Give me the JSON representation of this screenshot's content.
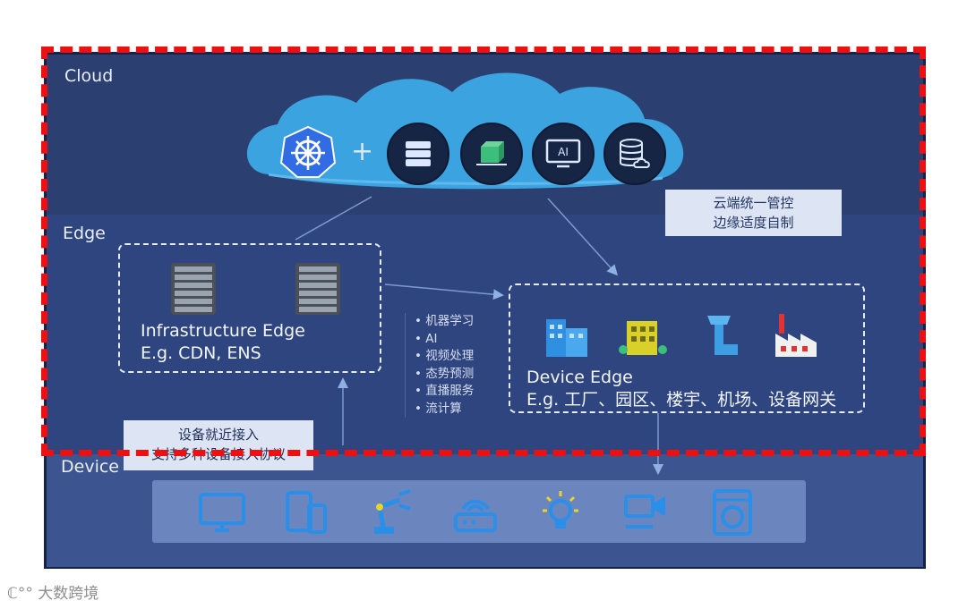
{
  "sections": {
    "cloud": "Cloud",
    "edge": "Edge",
    "device": "Device"
  },
  "cloud_icons": [
    "kubernetes-icon",
    "storage-server-icon",
    "container-icon",
    "ai-monitor-icon",
    "database-cloud-icon"
  ],
  "plus_sign": "+",
  "ai_label": "AI",
  "control_box": {
    "line1": "云端统一管控",
    "line2": "边缘适度自制"
  },
  "infrastructure_edge": {
    "title": "Infrastructure Edge",
    "example": "E.g. CDN, ENS"
  },
  "services": [
    "机器学习",
    "AI",
    "视频处理",
    "态势预测",
    "直播服务",
    "流计算"
  ],
  "device_edge": {
    "title": "Device Edge",
    "example": "E.g. 工厂、园区、楼宇、机场、设备网关"
  },
  "access_box": {
    "line1": "设备就近接入",
    "line2": "支持多种设备接入协议"
  },
  "device_icons": [
    "monitor-icon",
    "tablet-phone-icon",
    "robot-arm-icon",
    "router-icon",
    "light-bulb-icon",
    "video-camera-icon",
    "washing-machine-icon"
  ],
  "footer": {
    "logo_text": "大数跨境"
  },
  "colors": {
    "panel": "#2b3f70",
    "cloud": "#3aa3e0",
    "highlight_dash": "#ee1010",
    "label_box": "#dde5f5"
  }
}
